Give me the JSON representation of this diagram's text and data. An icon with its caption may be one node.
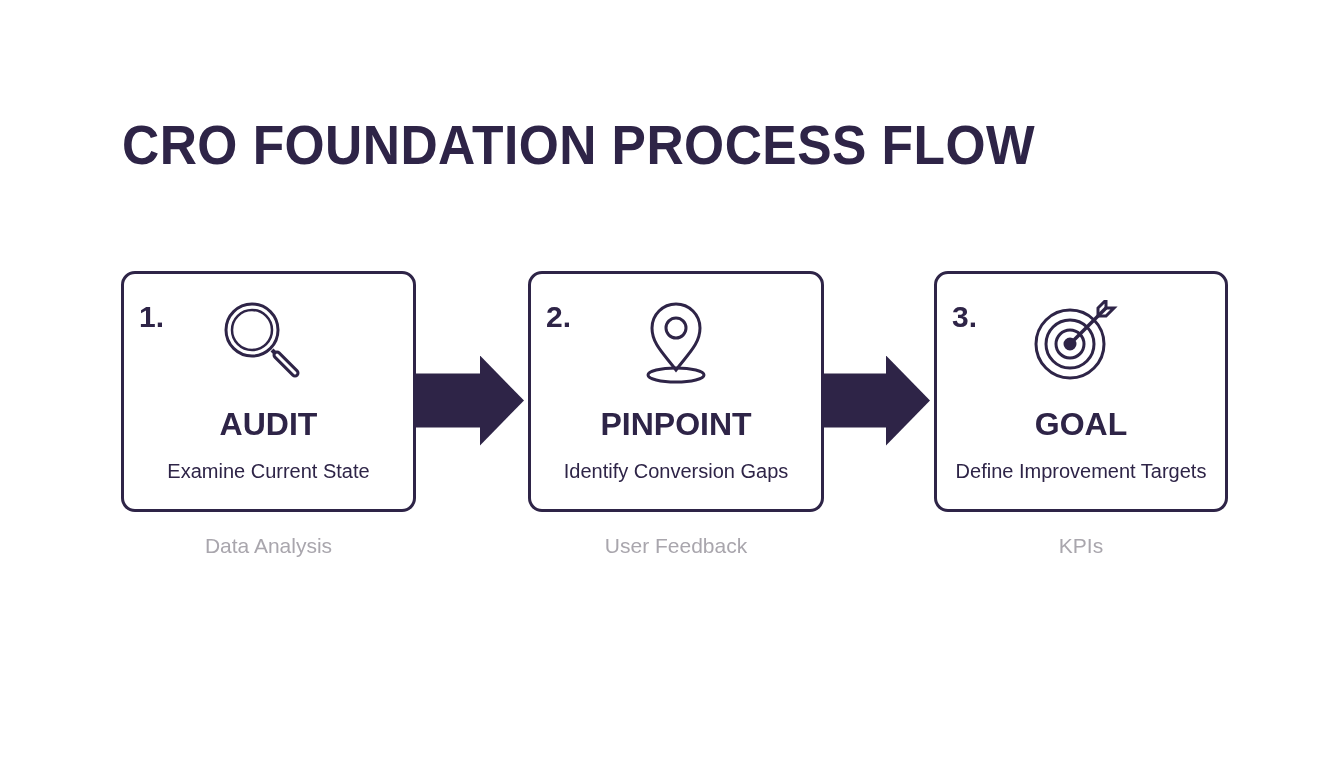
{
  "diagram": {
    "title": "CRO FOUNDATION PROCESS FLOW",
    "nodes": [
      {
        "text": [
          "1.",
          "AUDIT",
          "Examine Current State"
        ],
        "beside": [
          "Data Analysis"
        ]
      },
      {
        "text": [
          "2.",
          "PINPOINT",
          "Identify Conversion Gaps"
        ],
        "beside": [
          "User Feedback"
        ]
      },
      {
        "text": [
          "3.",
          "GOAL",
          "Define Improvement Targets"
        ],
        "beside": [
          "KPIs"
        ]
      }
    ],
    "edges": [
      {
        "from": 0,
        "to": 1,
        "arrow": "to"
      },
      {
        "from": 1,
        "to": 2,
        "arrow": "to"
      }
    ]
  }
}
